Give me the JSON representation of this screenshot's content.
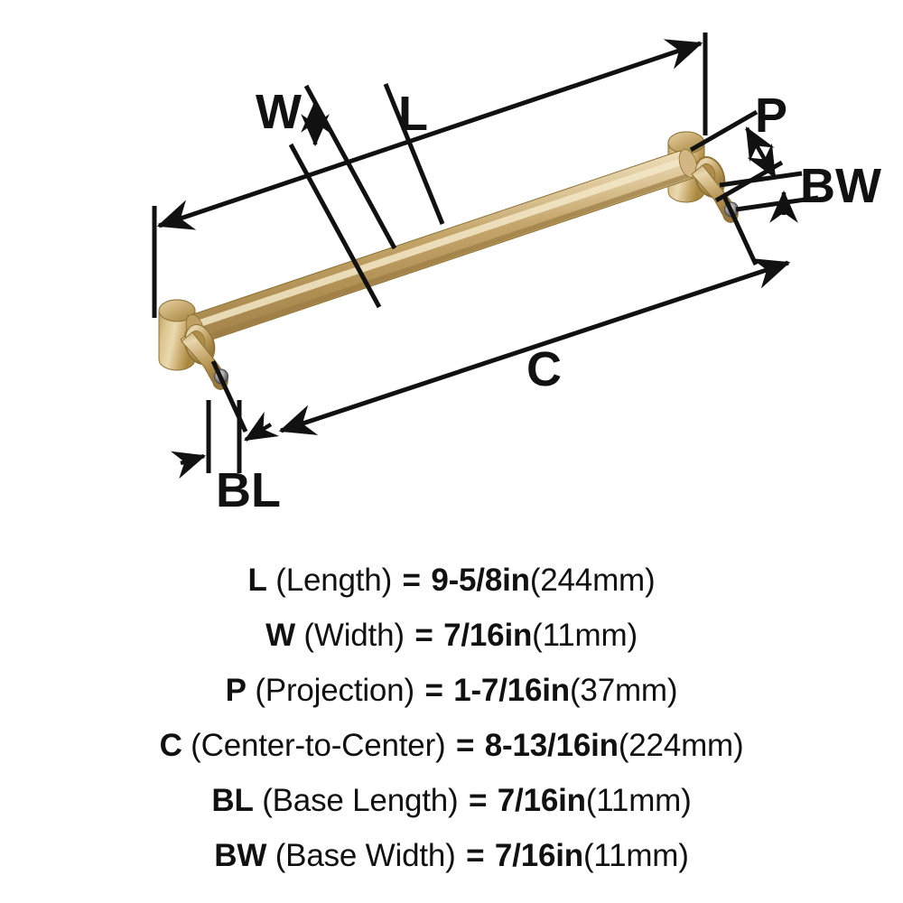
{
  "product": {
    "type": "cabinet-bar-pull-dimension-drawing",
    "finish_color": "#c9a86a",
    "line_color": "#111111",
    "background": "#ffffff"
  },
  "drawing": {
    "labels": [
      {
        "id": "W",
        "text": "W",
        "dimension": "width"
      },
      {
        "id": "L",
        "text": "L",
        "dimension": "length"
      },
      {
        "id": "P",
        "text": "P",
        "dimension": "projection"
      },
      {
        "id": "BW",
        "text": "BW",
        "dimension": "base-width"
      },
      {
        "id": "C",
        "text": "C",
        "dimension": "center-to-center"
      },
      {
        "id": "BL",
        "text": "BL",
        "dimension": "base-length"
      }
    ]
  },
  "legend": {
    "rows": [
      {
        "code": "L",
        "name": " (Length) ",
        "eq": "=",
        "value": " 9-5/8in",
        "metric": "(244mm)"
      },
      {
        "code": "W",
        "name": " (Width) ",
        "eq": "=",
        "value": " 7/16in",
        "metric": "(11mm)"
      },
      {
        "code": "P",
        "name": " (Projection) ",
        "eq": "=",
        "value": " 1-7/16in",
        "metric": "(37mm)"
      },
      {
        "code": "C",
        "name": " (Center-to-Center) ",
        "eq": "=",
        "value": " 8-13/16in",
        "metric": "(224mm)"
      },
      {
        "code": "BL",
        "name": " (Base Length) ",
        "eq": "=",
        "value": " 7/16in",
        "metric": "(11mm)"
      },
      {
        "code": "BW",
        "name": " (Base Width) ",
        "eq": "=",
        "value": " 7/16in",
        "metric": "(11mm)"
      }
    ]
  }
}
